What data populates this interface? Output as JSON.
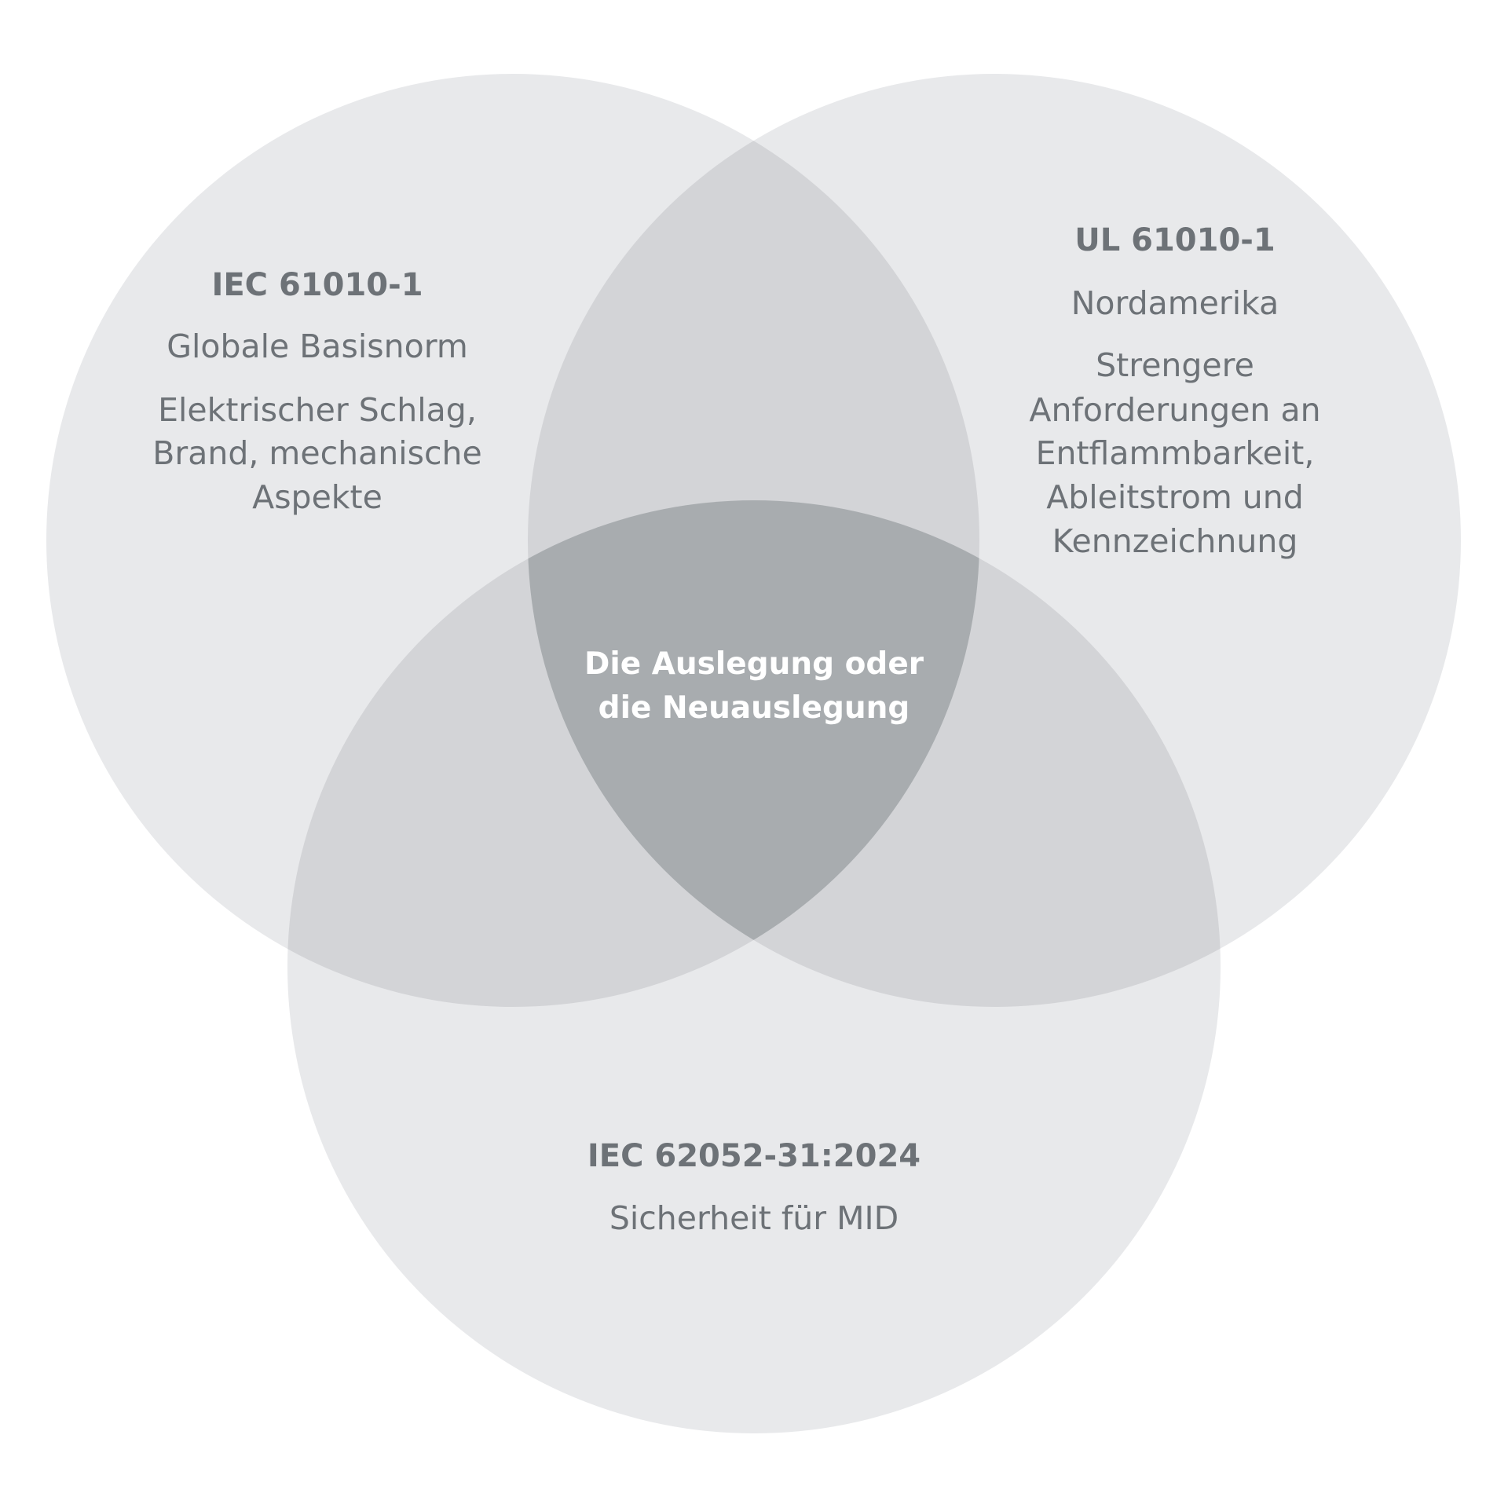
{
  "colors": {
    "circle": "#e8e9eb",
    "pair_overlap": "#d3d4d7",
    "center": "#a8acaf",
    "text": "#6d7277",
    "center_text": "#ffffff"
  },
  "left": {
    "title": "IEC 61010-1",
    "subtitle": "Globale Basisnorm",
    "lines": [
      "Elektrischer Schlag,",
      "Brand, mechanische",
      "Aspekte"
    ]
  },
  "right": {
    "title": "UL 61010-1",
    "subtitle": "Nordamerika",
    "lines": [
      "Strengere",
      "Anforderungen an",
      "Entflammbarkeit,",
      "Ableitstrom und",
      "Kennzeichnung"
    ]
  },
  "bottom": {
    "title": "IEC 62052-31:2024",
    "subtitle": "Sicherheit für MID"
  },
  "center": {
    "lines": [
      "Die Auslegung oder",
      "die Neuauslegung"
    ]
  }
}
